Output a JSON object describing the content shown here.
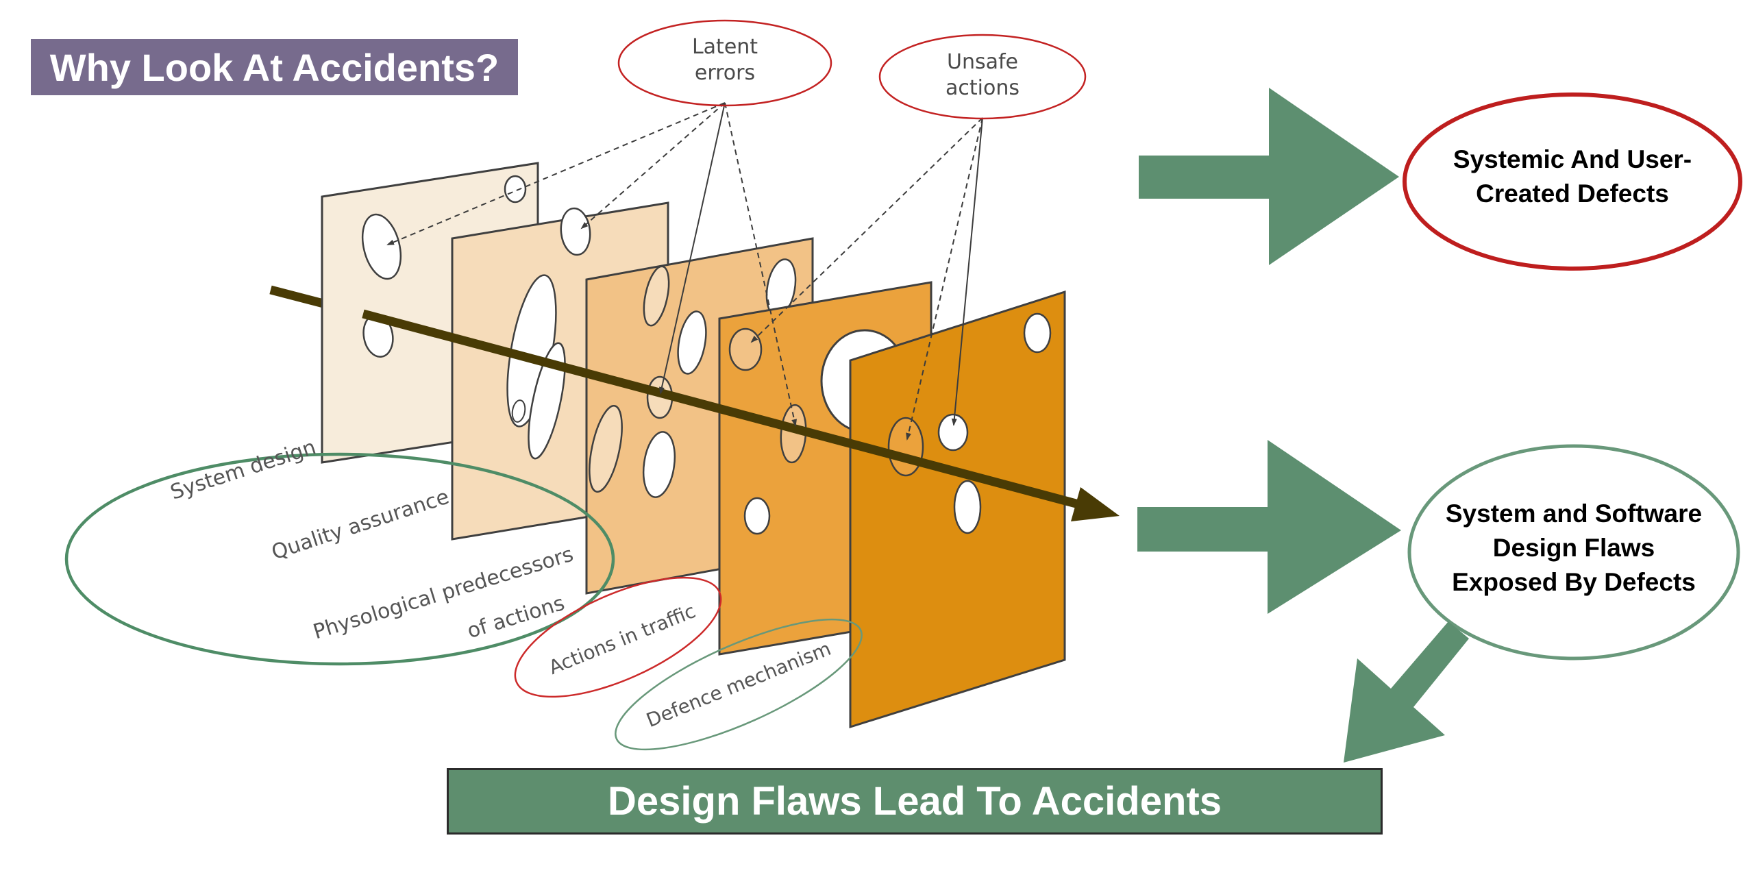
{
  "title_banner": {
    "label": "Why Look At Accidents?"
  },
  "failure_ovals": {
    "latent": {
      "line1": "Latent",
      "line2": "errors"
    },
    "unsafe": {
      "line1": "Unsafe",
      "line2": "actions"
    }
  },
  "layer_labels": {
    "system_design": "System design",
    "quality_assurance": "Quality assurance",
    "physological_predecessors": "Physological predecessors",
    "of_actions": "of actions",
    "actions_in_traffic": "Actions in traffic",
    "defence_mechanism": "Defence mechanism"
  },
  "outcomes": {
    "systemic_defects": {
      "line1": "Systemic And User-",
      "line2": "Created Defects"
    },
    "design_flaws": {
      "line1": "System and Software",
      "line2": "Design Flaws",
      "line3": "Exposed By Defects"
    }
  },
  "bottom_banner": {
    "label": "Design Flaws Lead To Accidents"
  },
  "colors": {
    "title_banner_bg": "#776B8D",
    "bottom_banner_bg": "#5E8E6E",
    "block_arrow_green": "#5D8F70",
    "defect_oval_red": "#BE1E1E",
    "failure_oval_red": "#C32222",
    "outcome_oval_green": "#68987A",
    "group_oval_green": "#4E8C66",
    "trajectory_arrow_olive": "#493B05",
    "slice_colors": [
      "#F7ECDB",
      "#F6DCBA",
      "#F2C286",
      "#EBA23C",
      "#DD8E10"
    ],
    "slice_outline": "#3F3F3F",
    "label_gray": "#4A4A4A"
  }
}
